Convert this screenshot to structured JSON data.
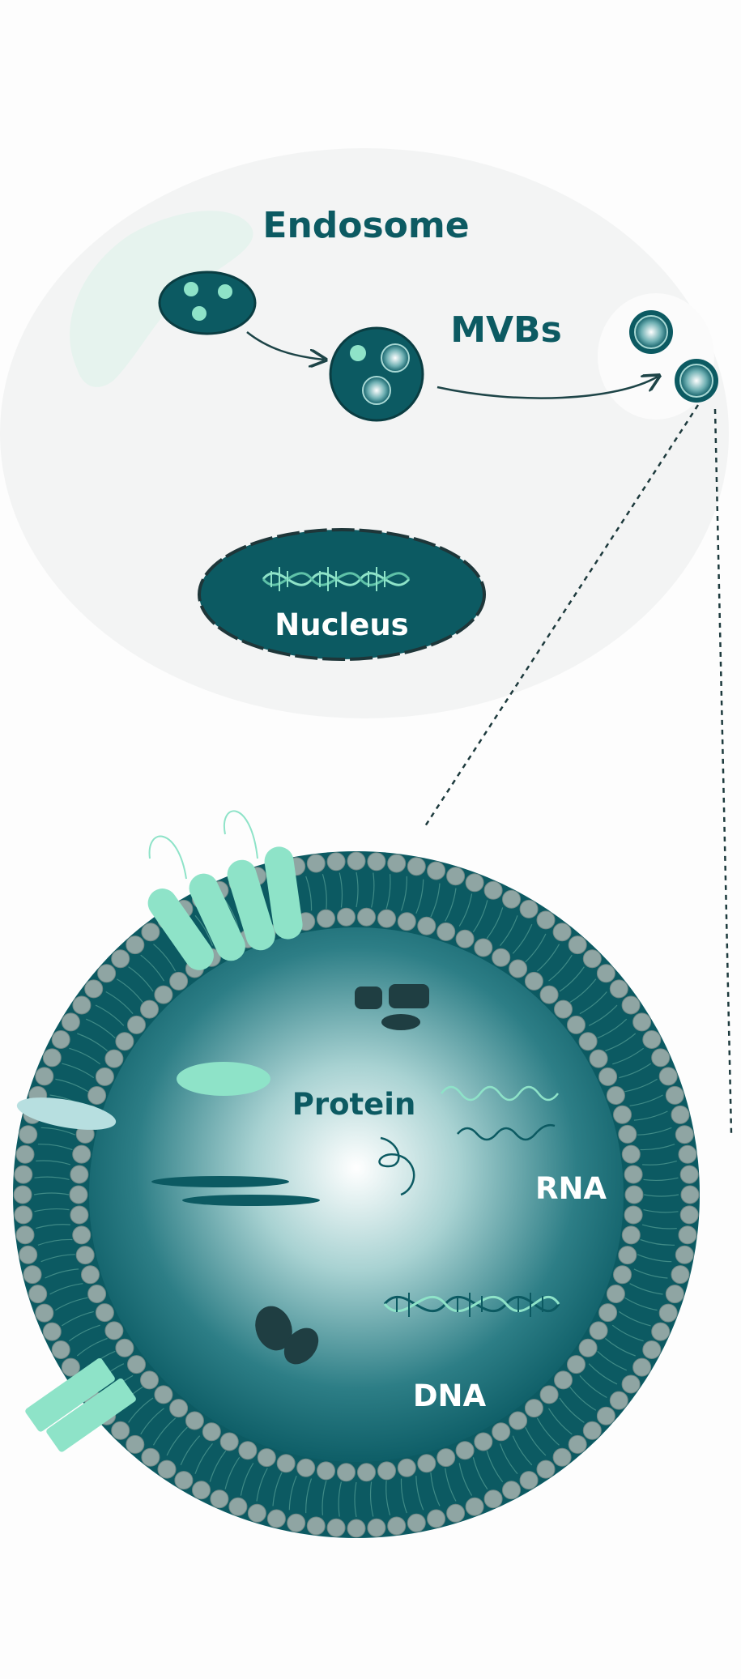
{
  "labels": {
    "endosome": "Endosome",
    "mvbs": "MVBs",
    "nucleus": "Nucleus",
    "protein": "Protein",
    "rna": "RNA",
    "dna": "DNA"
  },
  "colors": {
    "teal_dark": "#0b5a63",
    "teal_mid": "#0d6e78",
    "mint": "#8ee3c8",
    "cell_bg": "#f3f4f4",
    "head_grey": "#8fa5a3",
    "text_white": "#ffffff"
  },
  "icons": [
    "dna-helix-icon",
    "curved-arrow-icon"
  ]
}
